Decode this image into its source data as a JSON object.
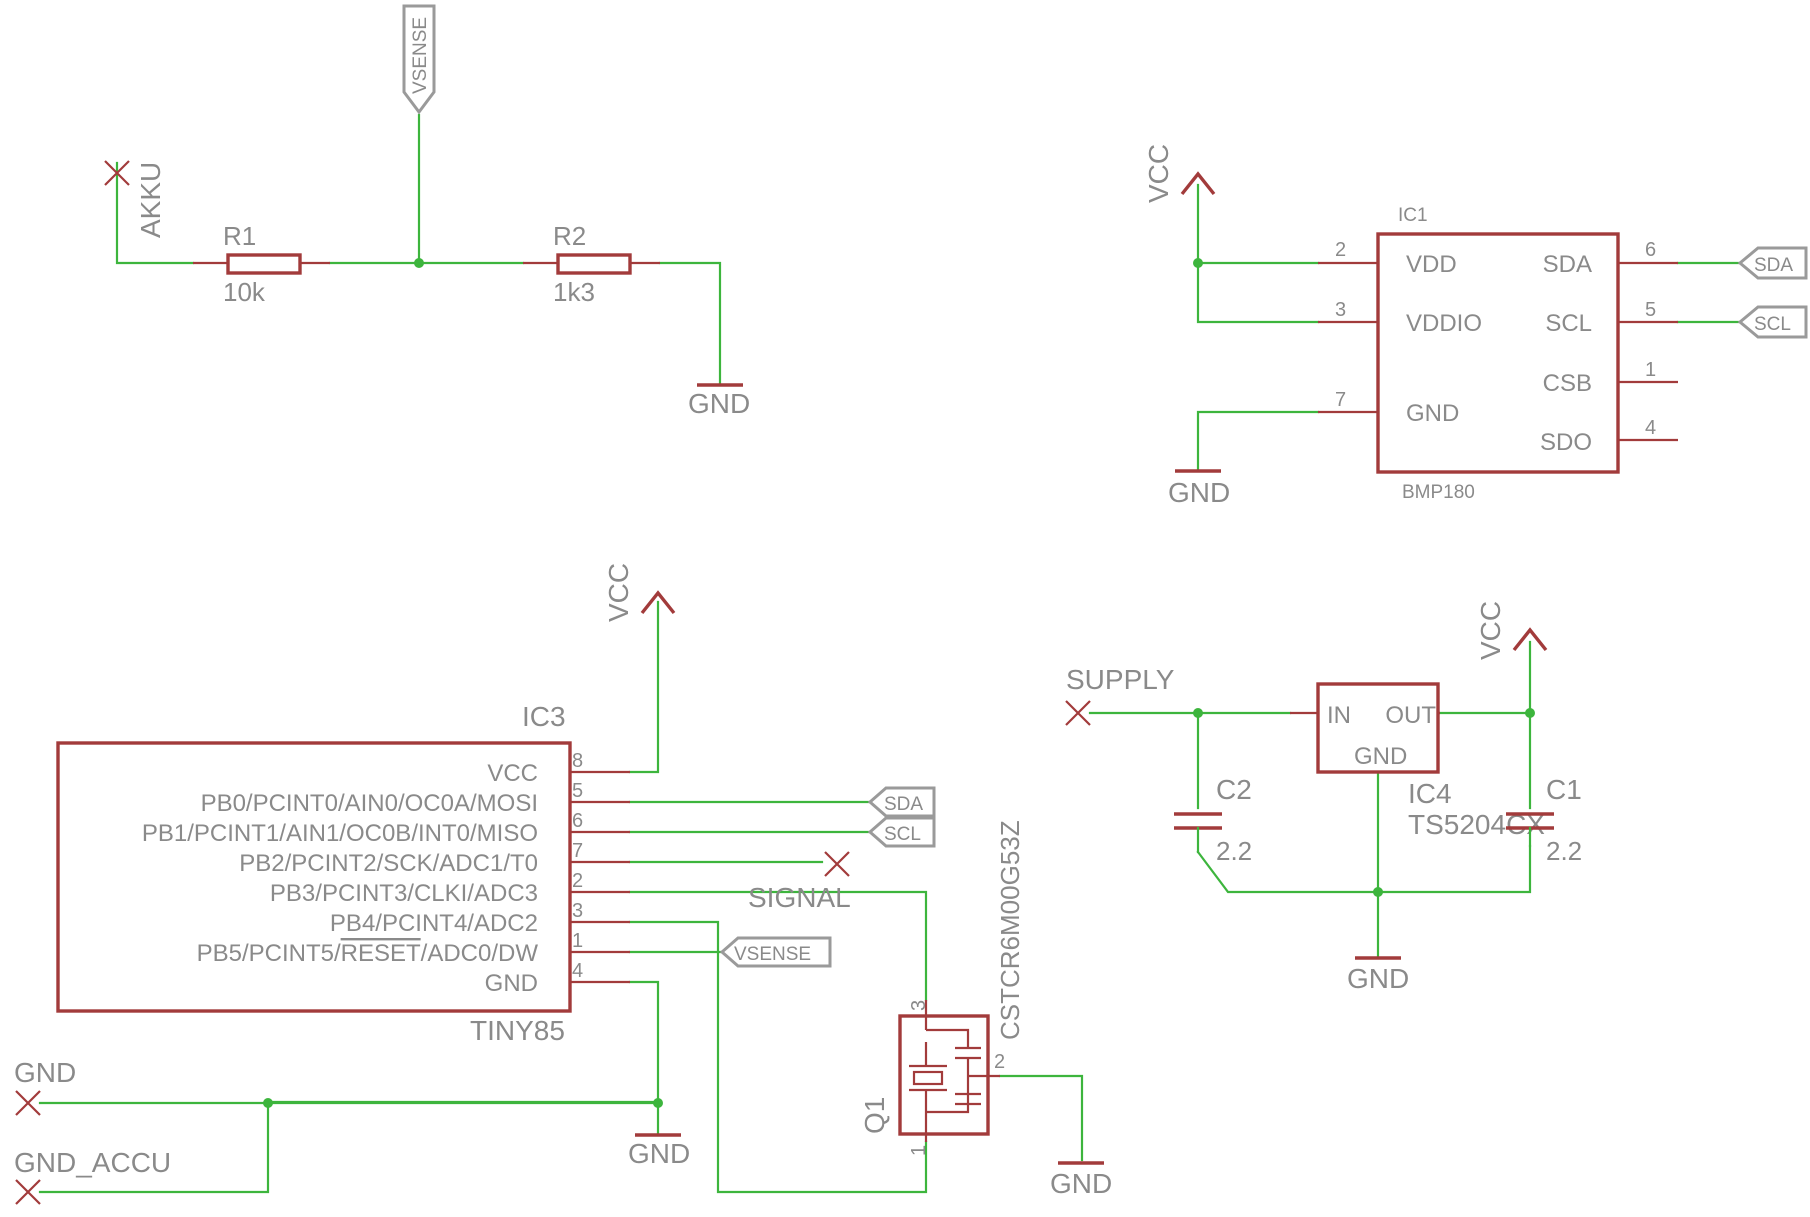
{
  "divider": {
    "ref": "R1",
    "r1_value": "10k",
    "ref2": "R2",
    "r2_value": "1k3",
    "akku": "AKKU",
    "vsense": "VSENSE",
    "gnd": "GND"
  },
  "ic1": {
    "ref": "IC1",
    "part": "BMP180",
    "vcc": "VCC",
    "gnd": "GND",
    "left_pins": [
      {
        "name": "VDD",
        "num": "2"
      },
      {
        "name": "VDDIO",
        "num": "3"
      },
      {
        "name": "GND",
        "num": "7"
      }
    ],
    "right_pins": [
      {
        "name": "SDA",
        "num": "6"
      },
      {
        "name": "SCL",
        "num": "5"
      },
      {
        "name": "CSB",
        "num": "1"
      },
      {
        "name": "SDO",
        "num": "4"
      }
    ],
    "sda_label": "SDA",
    "scl_label": "SCL"
  },
  "ic3": {
    "ref": "IC3",
    "part": "TINY85",
    "vcc": "VCC",
    "pins": [
      {
        "name": "VCC",
        "num": "8"
      },
      {
        "name": "PB0/PCINT0/AIN0/OC0A/MOSI",
        "num": "5"
      },
      {
        "name": "PB1/PCINT1/AIN1/OC0B/INT0/MISO",
        "num": "6"
      },
      {
        "name": "PB2/PCINT2/SCK/ADC1/T0",
        "num": "7"
      },
      {
        "name": "PB3/PCINT3/CLKI/ADC3",
        "num": "2"
      },
      {
        "name": "PB4/PCINT4/ADC2",
        "num": "3"
      },
      {
        "name": "PB5/PCINT5/",
        "name_overline": "RESET",
        "name_tail": "/ADC0/DW",
        "num": "1"
      },
      {
        "name": "GND",
        "num": "4"
      }
    ],
    "sda_label": "SDA",
    "scl_label": "SCL",
    "vsense_label": "VSENSE",
    "signal": "SIGNAL",
    "gnd": "GND",
    "gnd_in": "GND",
    "gnd_accu": "GND_ACCU"
  },
  "q1": {
    "ref": "Q1",
    "part": "CSTCR6M00G53Z",
    "pin1": "1",
    "pin2": "2",
    "pin3": "3",
    "gnd": "GND"
  },
  "reg": {
    "ref": "IC4",
    "part": "TS5204CX",
    "in": "IN",
    "out": "OUT",
    "gnd_pin": "GND",
    "supply": "SUPPLY",
    "vcc": "VCC",
    "gnd": "GND",
    "c1_ref": "C1",
    "c1_value": "2.2",
    "c2_ref": "C2",
    "c2_value": "2.2"
  },
  "colors": {
    "wire": "#3db53d",
    "part": "#a23b3b",
    "text": "#8a8a8a"
  }
}
